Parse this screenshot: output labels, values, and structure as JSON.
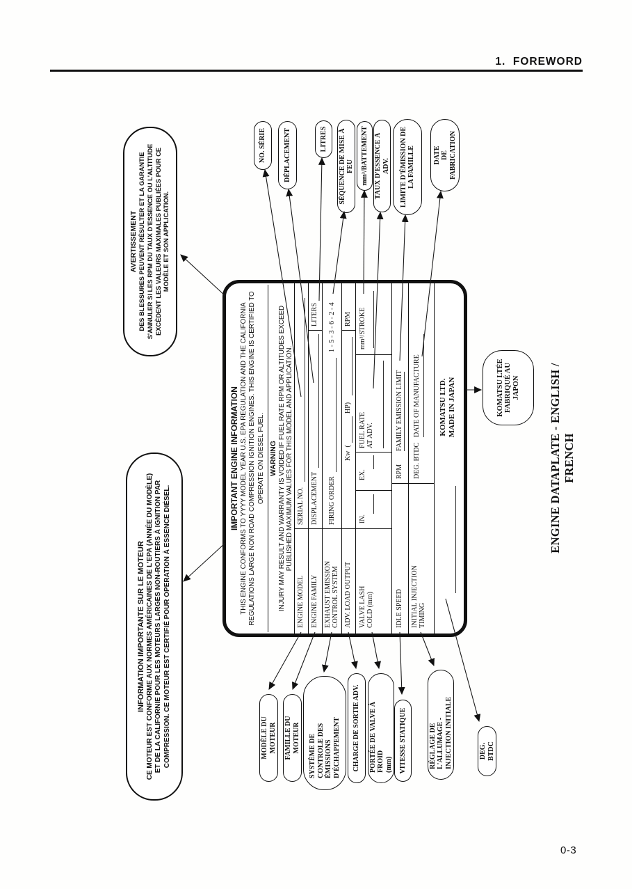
{
  "page": {
    "header": "1.  FOREWORD",
    "page_number": "0-3",
    "caption": "ENGINE DATAPLATE - ENGLISH / FRENCH"
  },
  "colors": {
    "ink": "#111111",
    "paper": "#ffffff"
  },
  "info_bubble": {
    "title": "INFORMATION IMPORTANTE SUR LE MOTEUR",
    "body": "CE MOTEUR EST CONFORME AUX NORMES AMÉRICAINES DE L'EPA (ANNÉE DU MODÈLE) ET DE LA CALIFORNIE POUR LES MOTEURS LARGES NON-ROUTIERS À IGNITION PAR COMPRESSION.  CE MOTEUR EST CERTIFIÉ POUR OPERATION À ESSENCE DIÉSEL."
  },
  "warning_bubble": {
    "title": "AVERTISSEMENT",
    "body": "DES BLESSURES PEUVENT RÉSULTER ET LA GARANTIE S'ANNULER SI LES RPM DU TAUX D'ESSENCE OU L'ALTITUDE EXCÈDENT LES VALEURS MAXIMALES PUBLIÉES POUR CE MODÈLE ET SON APPLICATION."
  },
  "plate": {
    "title": "IMPORTANT ENGINE INFORMATION",
    "intro": "THIS ENGINE CONFORMS TO YYYY MODEL YEAR U.S. EPA REGULATION AND THE CALIFORNIA REGULATIONS LARGE NON ROAD COMPRESSION IGNITION ENGINES. THIS ENGINE IS CERTIFIED TO OPERATE ON DIESEL FUEL.",
    "warning_title": "WARNING",
    "warning_body": "INJURY MAY RESULT AND WARRANTY IS VOIDED IF FUEL RATE RPM OR ALTITUDES EXCEED PUBLISHED MAXIMUM VALUES FOR THIS MODEL AND APPLICATION.",
    "row1": {
      "label": "ENGINE MODEL",
      "value": "SERIAL NO."
    },
    "row2": {
      "label": "ENGINE FAMILY",
      "value": "DISPLACEMENT",
      "unit": "LITERS"
    },
    "row3": {
      "label1": "EXHAUST EMISSION",
      "label2": "CONTROL SYSTEM",
      "value": "FIRING ORDER",
      "order": "1 - 5 - 3 - 6 - 2 - 4"
    },
    "row4": {
      "label": "ADV. LOAD OUTPUT",
      "kw": "Kw  (",
      "hp": "HP)",
      "rpm": "RPM"
    },
    "row5": {
      "label1": "VALVE LASH",
      "label2": "COLD (mm)",
      "in": "IN.",
      "ex": "EX.",
      "fuel1": "FUEL RATE",
      "fuel2": "AT ADV.",
      "stroke": "mm³/STROKE"
    },
    "row6": {
      "label": "IDLE SPEED",
      "rpm": "RPM",
      "value": "FAMILY EMISSION LIMIT"
    },
    "row7": {
      "label1": "INITIAL INJECTION",
      "label2": "TIMING",
      "deg": "DEG. BTDC",
      "value": "DATE OF MANUFACTURE"
    },
    "footer1": "KOMATSU LTD.",
    "footer2": "MADE IN JAPAN"
  },
  "labels_left": {
    "modele": "MODÈLE DU MOTEUR",
    "famille": "FAMILLE DU MOTEUR",
    "systeme1": "SYSTÈME DE",
    "systeme2": "CONTROLE DES",
    "systeme3": "ÉMISSIONS D'ÉCHAPPEMENT",
    "charge": "CHARGE DE SORTIE ADV.",
    "portee1": "PORTÉE DE VALVE À FROID",
    "portee2": "(mm)",
    "vitesse": "VITESSE STATIQUE",
    "reglage1": "RÉGLAGE DE L'ALLUMAGE -",
    "reglage2": "INJECTION INITIALE",
    "deg": "DEG. BTDC"
  },
  "labels_right": {
    "serie": "NO. SÉRIE",
    "deplacement": "DÉPLACEMENT",
    "litres": "LITRES",
    "sequence": "SÉQUENCE DE MISE À FEU",
    "battement": "mm³/BATTEMENT",
    "taux": "TAUX D'ESSENCE À ADV.",
    "limite1": "LIMITE D'ÉMISSION DE",
    "limite2": "LA FAMILLE",
    "date1": "DATE",
    "date2": "DE FABRICATION"
  },
  "komatsu": {
    "line1": "KOMATSU LTÉE",
    "line2": "FABRIQUÉ AU JAPON"
  }
}
